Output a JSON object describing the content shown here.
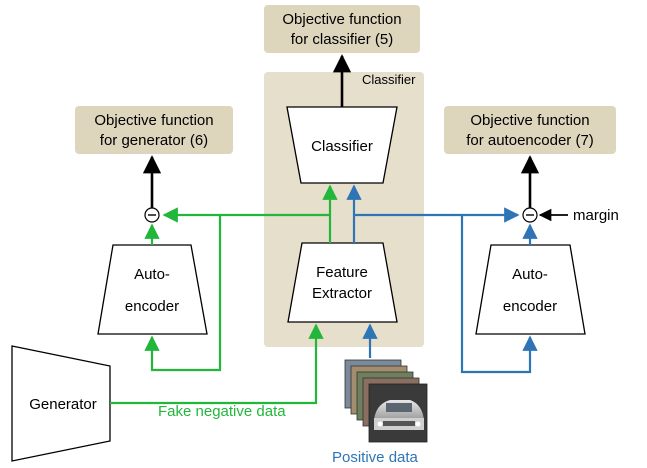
{
  "objectives": {
    "classifier": {
      "line1": "Objective function",
      "line2": "for classifier (5)"
    },
    "generator": {
      "line1": "Objective function",
      "line2": "for generator (6)"
    },
    "autoencoder": {
      "line1": "Objective function",
      "line2": "for autoencoder (7)"
    }
  },
  "classifier_region_label": "Classifier",
  "blocks": {
    "classifier": "Classifier",
    "feature_extractor": {
      "line1": "Feature",
      "line2": "Extractor"
    },
    "autoencoder_left": {
      "line1": "Auto-",
      "line2": "encoder"
    },
    "autoencoder_right": {
      "line1": "Auto-",
      "line2": "encoder"
    },
    "generator": "Generator"
  },
  "labels": {
    "margin": "margin",
    "fake_negative_data": "Fake negative data",
    "positive_data": "Positive data"
  },
  "operators": {
    "subtract": "−"
  },
  "colors": {
    "green": "#22b73a",
    "blue": "#2e75b6",
    "panel": "#e6dfcc",
    "objective_box": "#ded5bd",
    "black": "#000000"
  }
}
